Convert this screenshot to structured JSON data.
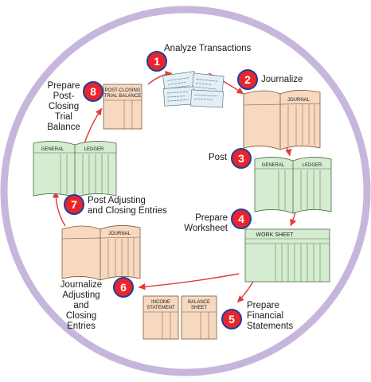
{
  "steps": [
    {
      "num": "1",
      "label": "Analyze Transactions"
    },
    {
      "num": "2",
      "label": "Journalize"
    },
    {
      "num": "3",
      "label": "Post"
    },
    {
      "num": "4",
      "label": "Prepare Worksheet"
    },
    {
      "num": "5",
      "label": "Prepare Financial Statements"
    },
    {
      "num": "6",
      "label": "Journalize Adjusting and Closing Entries"
    },
    {
      "num": "7",
      "label": "Post Adjusting and Closing Entries"
    },
    {
      "num": "8",
      "label": "Prepare Post-Closing Trial Balance"
    }
  ],
  "label_lines": {
    "s1": [
      "Analyze Transactions"
    ],
    "s2": [
      "Journalize"
    ],
    "s3": [
      "Post"
    ],
    "s4": [
      "Prepare",
      "Worksheet"
    ],
    "s5": [
      "Prepare",
      "Financial",
      "Statements"
    ],
    "s6": [
      "Journalize",
      "Adjusting",
      "and",
      "Closing",
      "Entries"
    ],
    "s7": [
      "Post Adjusting",
      "and Closing Entries"
    ],
    "s8": [
      "Prepare",
      "Post-",
      "Closing",
      "Trial",
      "Balance"
    ]
  },
  "doc_titles": {
    "journal": "JOURNAL",
    "ledger_left": "GENERAL",
    "ledger_right": "LEDGER",
    "worksheet": "WORK SHEET",
    "income_statement": [
      "INCOME",
      "STATEMENT"
    ],
    "balance_sheet": [
      "BALANCE",
      "SHEET"
    ],
    "post_closing": [
      "POST-CLOSING",
      "TRIAL BALANCE"
    ]
  },
  "colors": {
    "ring": "#c7b6dc",
    "arrow": "#e03a3a",
    "badge_fill": "#e8252b",
    "badge_border": "#1f3f9e",
    "journal_fill": "#f7d8c0",
    "ledger_fill": "#d5ecd0",
    "doc_line": "#7a5a3a"
  }
}
